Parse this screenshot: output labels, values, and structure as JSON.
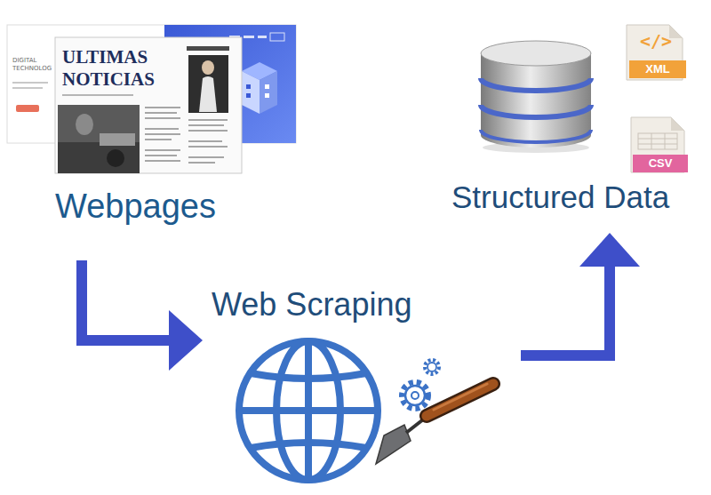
{
  "diagram": {
    "nodes": [
      {
        "text": [
          "Webpages"
        ]
      },
      {
        "text": [
          "Web Scraping"
        ]
      },
      {
        "text": [
          "Structured Data"
        ]
      }
    ],
    "edges": [
      {
        "from": 0,
        "to": 1,
        "arrow": "to"
      },
      {
        "from": 1,
        "to": 2,
        "arrow": "to"
      }
    ],
    "labels": [
      "DIGITAL",
      "TECHNOLOG",
      "ULTIMAS",
      "NOTICIAS",
      "</>",
      "XML",
      "CSV"
    ]
  }
}
